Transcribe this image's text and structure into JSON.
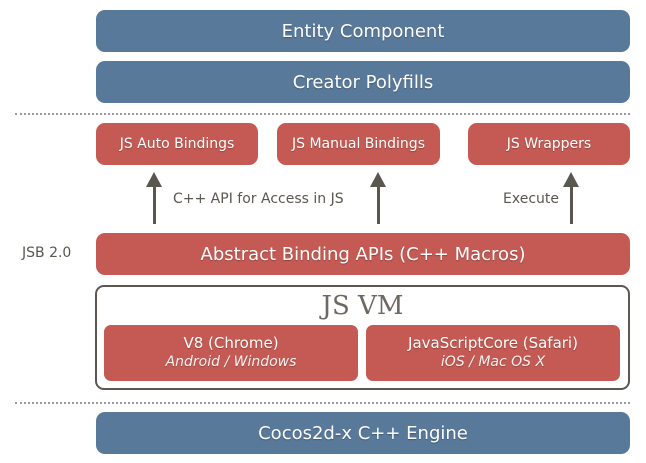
{
  "layers": {
    "entity_component": "Entity Component",
    "creator_polyfills": "Creator Polyfills",
    "bindings": [
      {
        "label": "JS Auto Bindings"
      },
      {
        "label": "JS Manual Bindings"
      },
      {
        "label": "JS Wrappers"
      }
    ],
    "arrow_labels": {
      "cpp_api": "C++ API for Access in JS",
      "execute": "Execute"
    },
    "jsb_version": "JSB 2.0",
    "abstract_binding": "Abstract Binding APIs (C++ Macros)",
    "js_vm": {
      "title": "JS VM",
      "engines": [
        {
          "name": "V8 (Chrome)",
          "platforms": "Android / Windows"
        },
        {
          "name": "JavaScriptCore (Safari)",
          "platforms": "iOS / Mac OS X"
        }
      ]
    },
    "cocos_engine": "Cocos2d-x C++ Engine"
  },
  "colors": {
    "blue": "#58799a",
    "red": "#c45a53",
    "arrow": "#5a5650"
  }
}
